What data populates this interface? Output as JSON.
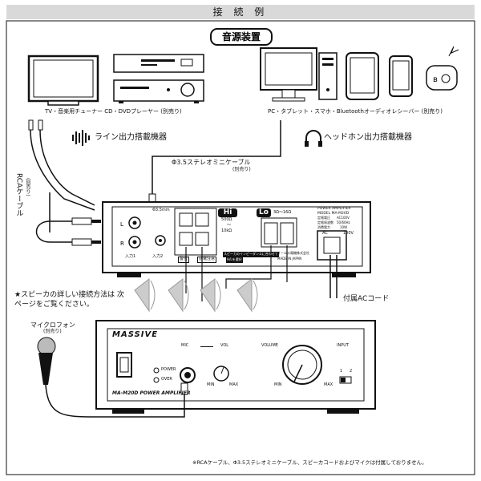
{
  "title": "接 続 例",
  "source_label": "音源装置",
  "devices": {
    "left_caption": "TV・音楽用チューナー CD・DVDプレーヤー (別売り)",
    "right_caption": "PC・タブレット・スマホ・Bluetoothオーディオレシーバー (別売り)"
  },
  "line_output_label": "ライン出力搭載機器",
  "headphone_output_label": "ヘッドホン出力搭載機器",
  "rca_cable_label": "RCAケーブル",
  "rca_cable_sold": "(別売り)",
  "mini_cable_label": "Φ3.5ステレオミニケーブル",
  "mini_cable_sold": "(別売り)",
  "rear_panel": {
    "mini_jack": "Φ3.5mm",
    "hi_badge": "Hi",
    "hi_ohm_top": "500Ω",
    "hi_ohm_sep": "〜",
    "hi_ohm_bottom": "10kΩ",
    "lo_badge": "Lo",
    "lo_ohm": "3Ω〜16Ω",
    "input1": "入力1",
    "input2": "入力2",
    "warning": "警告",
    "electric_caution": "感電注意",
    "speaker_note": "スピーカのインピーダンスに合わせて",
    "speaker_note2": "H/Lを選択",
    "maker": "オーエス電機株式会社",
    "made_in": "MADE IN JAPAN",
    "power_amp": "POWER AMPLIFIER",
    "model": "MODEL MA-M20D",
    "rating_label": "定格電圧",
    "rating_value": "AC100V",
    "freq_label": "定格周波数",
    "freq_value": "50/60Hz",
    "consumption_label": "消費電力",
    "consumption_value": "10W",
    "ac_label": "AC",
    "voltage_label": "100V"
  },
  "speaker_note_left": "★スピーカの詳しい接続方法は 次ページをご覧ください。",
  "ac_cord_label": "付属ACコード",
  "microphone_label": "マイクロフォン",
  "microphone_sold": "(別売り)",
  "front_panel": {
    "brand": "MASSIVE",
    "model_label": "MA-M20D POWER AMPLIFIER",
    "power_led": "POWER",
    "over_led": "OVER",
    "mic_label": "MIC",
    "vol_label": "VOL",
    "volume_label": "VOLUME",
    "min_label": "MIN",
    "max_label": "MAX",
    "input_label": "INPUT",
    "input_1": "1",
    "input_2": "2"
  },
  "footnote": "※RCAケーブル、Φ3.5ステレオミニケーブル、スピーカコードおよびマイクは付属しておりません。",
  "colors": {
    "title_bg": "#d9d9d9",
    "line": "#111111",
    "panel_bg": "#f5f5f5"
  }
}
